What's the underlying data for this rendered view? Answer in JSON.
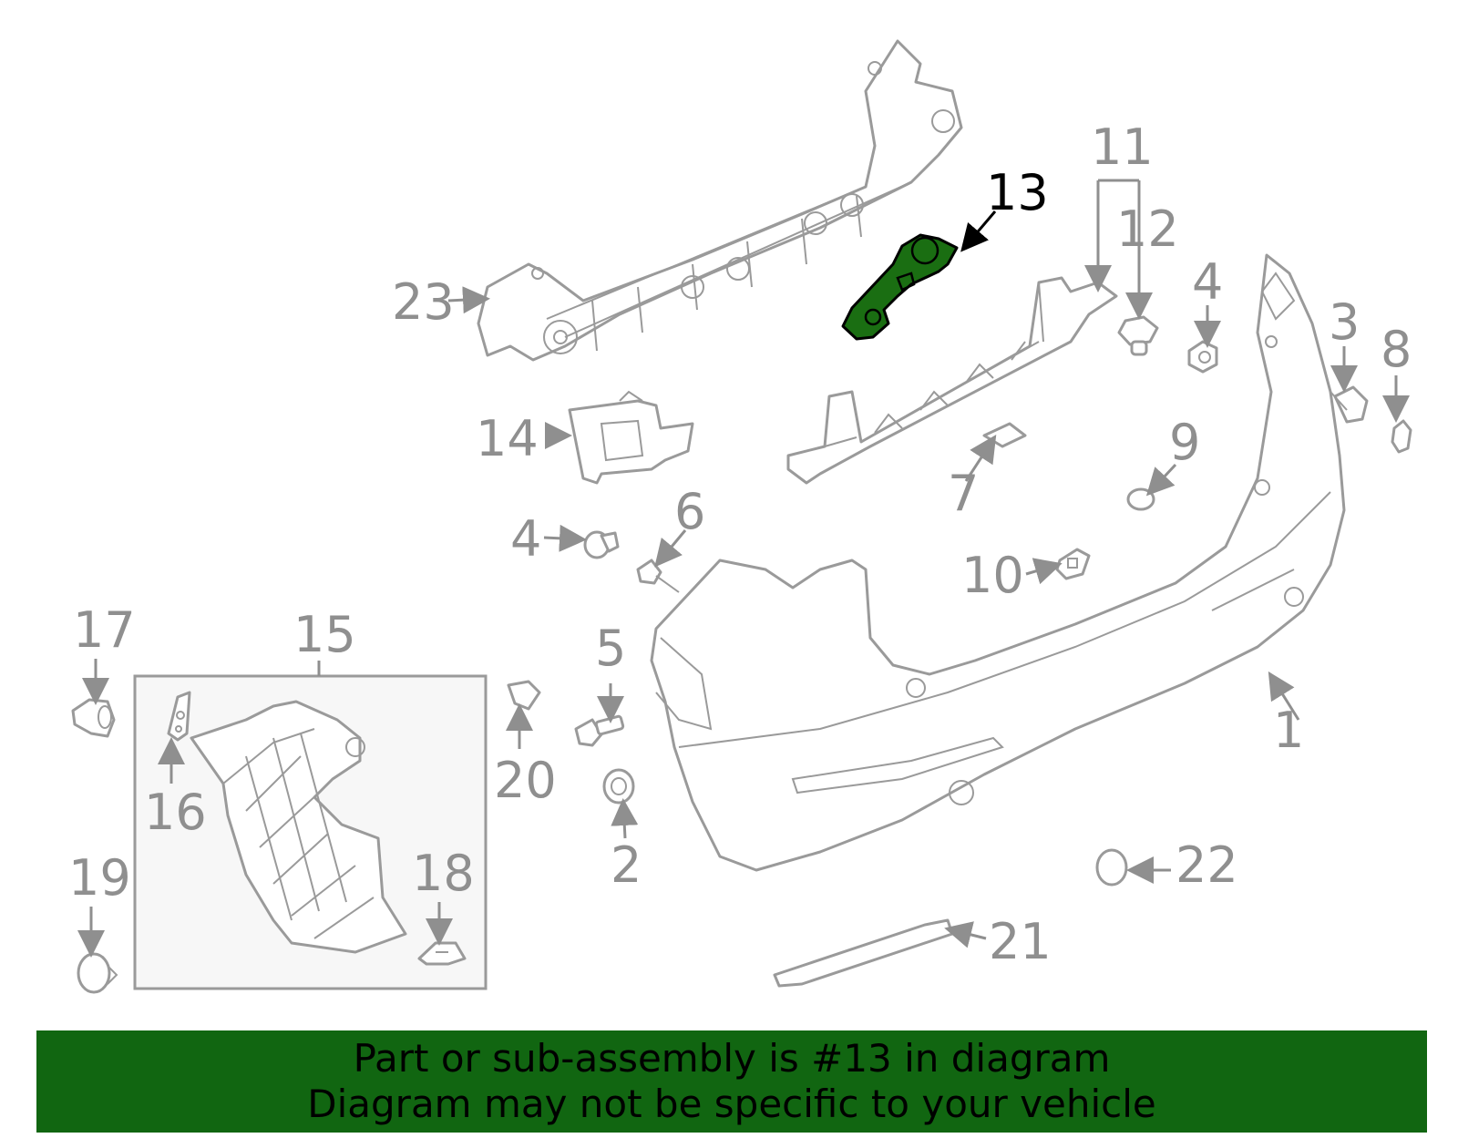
{
  "callouts": {
    "c1": "1",
    "c2": "2",
    "c3": "3",
    "c4a": "4",
    "c4b": "4",
    "c5": "5",
    "c6": "6",
    "c7": "7",
    "c8": "8",
    "c9": "9",
    "c10": "10",
    "c11": "11",
    "c12": "12",
    "c13": "13",
    "c14": "14",
    "c15": "15",
    "c16": "16",
    "c17": "17",
    "c18": "18",
    "c19": "19",
    "c20": "20",
    "c21": "21",
    "c22": "22",
    "c23": "23"
  },
  "highlight": {
    "part": "13",
    "color": "#1a6e12"
  },
  "banner": {
    "line1": "Part or sub-assembly is #13 in diagram",
    "line2": "Diagram may not be specific to your vehicle",
    "background": "#116611"
  }
}
